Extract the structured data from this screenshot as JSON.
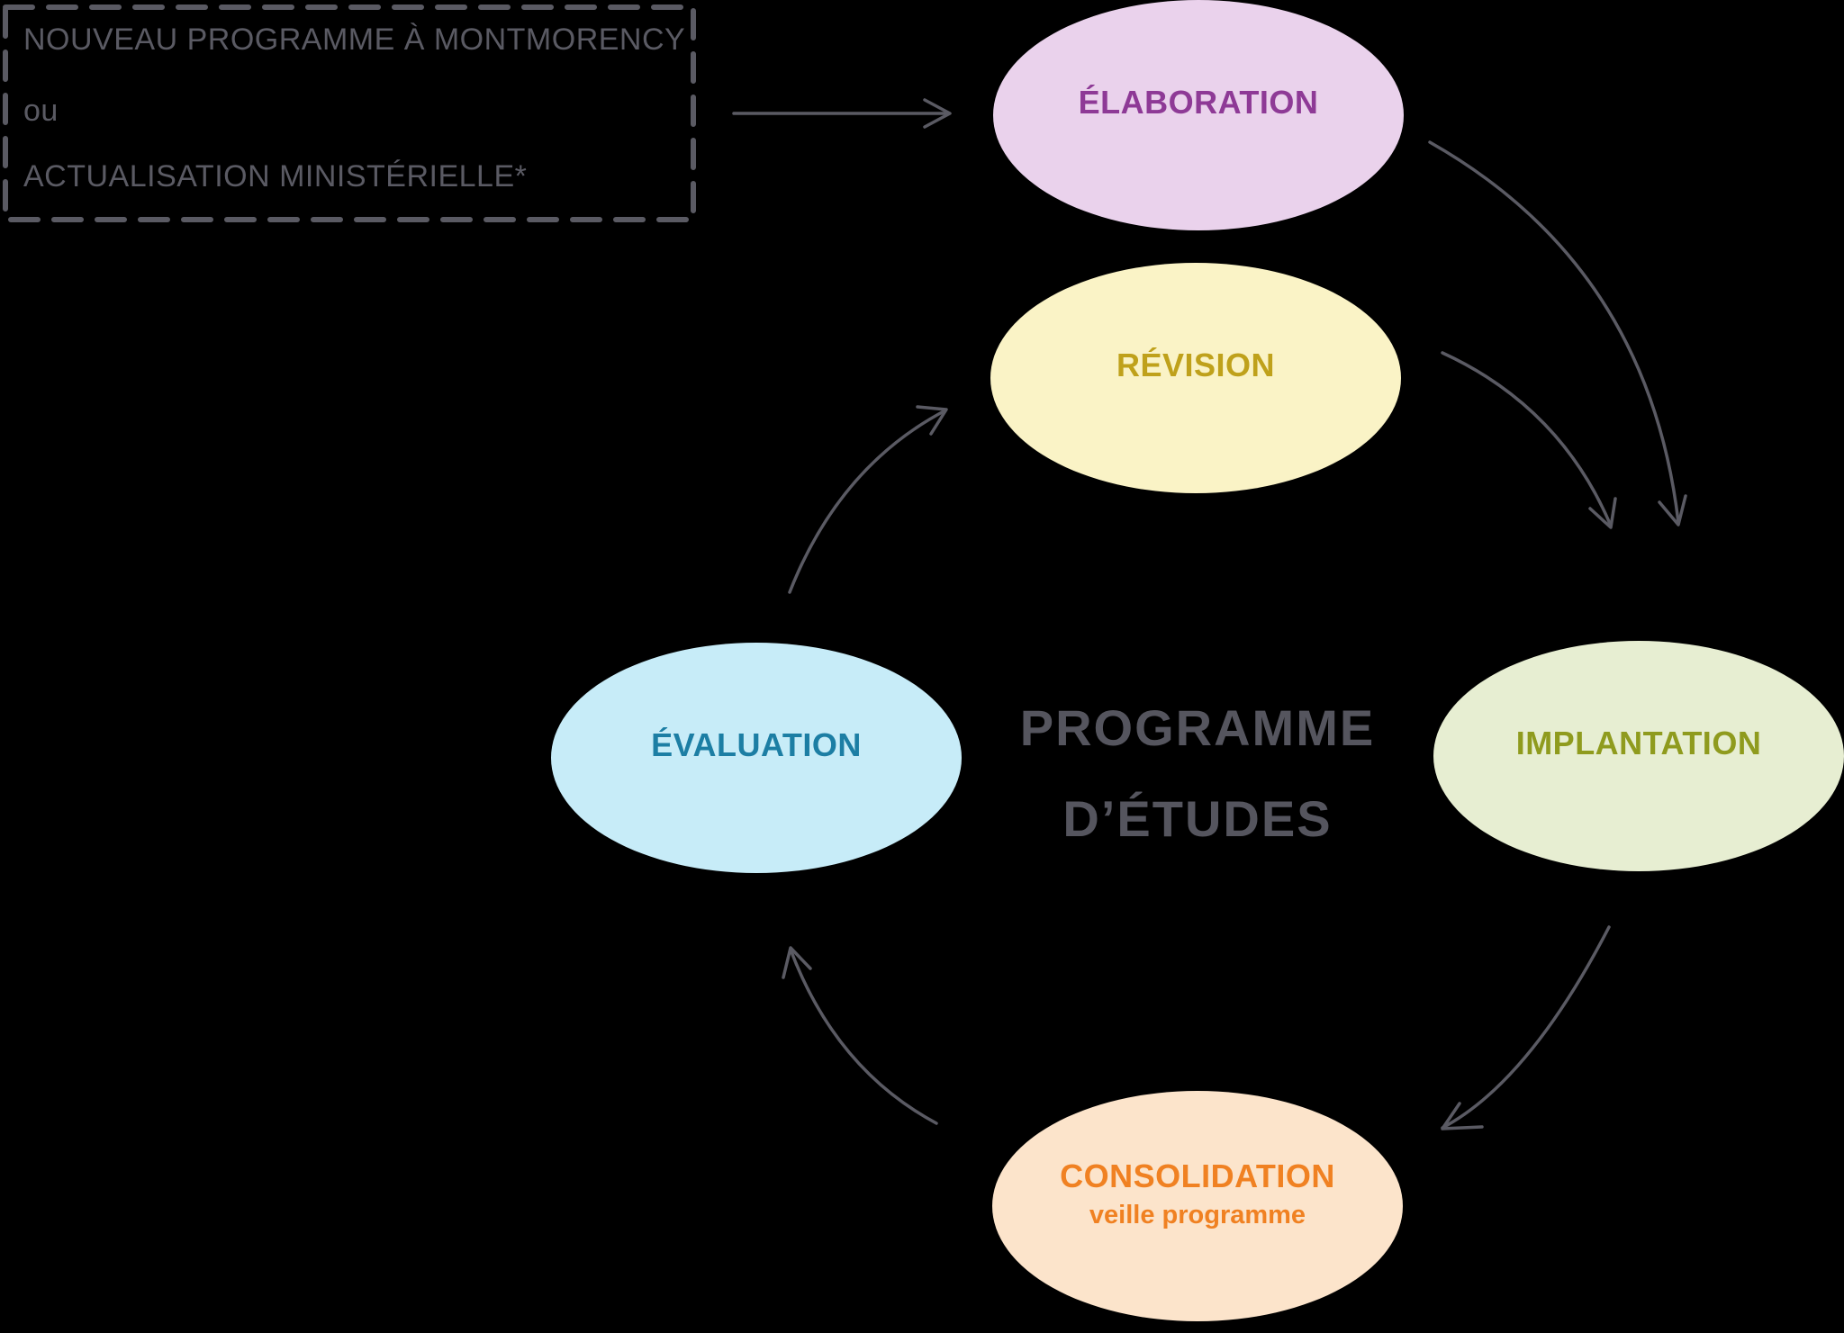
{
  "colors": {
    "background": "#000000",
    "line": "#5a5a63",
    "note_text": "#5a5a63",
    "center_text": "#55555e"
  },
  "note_box": {
    "line1": "NOUVEAU PROGRAMME À MONTMORENCY",
    "line2": "ou",
    "line3": "ACTUALISATION MINISTÉRIELLE*"
  },
  "center_title": {
    "line1": "PROGRAMME",
    "line2": "D’ÉTUDES"
  },
  "stages": [
    {
      "label": "ÉLABORATION",
      "fill": "#ead2ec",
      "text_color": "#8e3a96"
    },
    {
      "label": "RÉVISION",
      "fill": "#faf3c6",
      "text_color": "#bfa11b"
    },
    {
      "label": "IMPLANTATION",
      "fill": "#e7eed2",
      "text_color": "#8f9b1e"
    },
    {
      "label": "CONSOLIDATION",
      "sublabel": "veille programme",
      "fill": "#fce4cb",
      "text_color": "#f08122"
    },
    {
      "label": "ÉVALUATION",
      "fill": "#c7ecf8",
      "text_color": "#1c7ea4"
    }
  ]
}
